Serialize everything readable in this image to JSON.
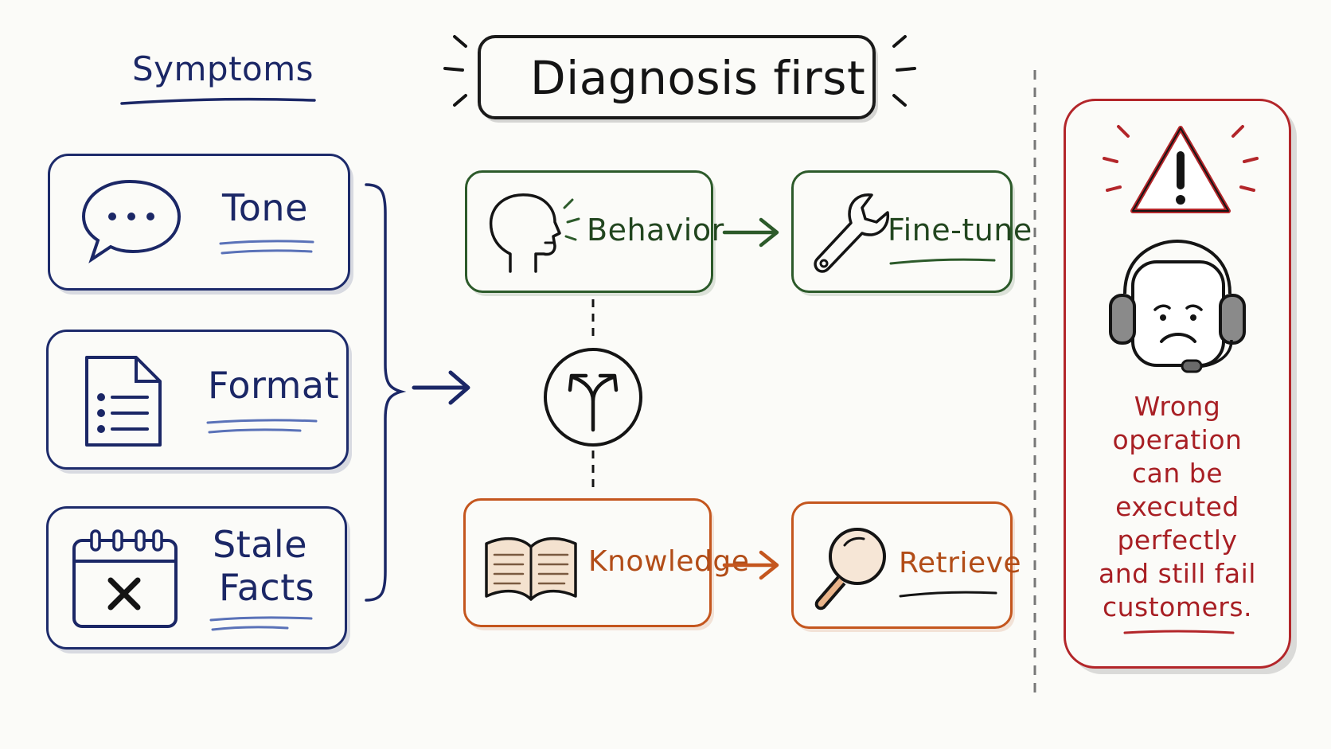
{
  "title": "Diagnosis first",
  "symptoms": {
    "heading": "Symptoms",
    "items": [
      {
        "label": "Tone",
        "icon": "speech-bubble-icon"
      },
      {
        "label": "Format",
        "icon": "document-list-icon"
      },
      {
        "label_line1": "Stale",
        "label_line2": "Facts",
        "icon": "calendar-x-icon"
      }
    ]
  },
  "diagnosis": {
    "behavior": {
      "label": "Behavior",
      "icon": "head-speaking-icon"
    },
    "finetune": {
      "label": "Fine-tune",
      "icon": "wrench-icon"
    },
    "knowledge": {
      "label": "Knowledge",
      "icon": "open-book-icon"
    },
    "retrieve": {
      "label": "Retrieve",
      "icon": "magnifier-icon"
    },
    "branch_icon": "fork-arrow-icon"
  },
  "warning": {
    "lines": [
      "Wrong",
      "operation",
      "can be",
      "executed",
      "perfectly",
      "and still fail",
      "customers."
    ],
    "icons": [
      "warning-triangle-icon",
      "sad-robot-headset-icon"
    ]
  },
  "colors": {
    "blue": "#1d2b6b",
    "green": "#2c5a2a",
    "orange": "#c4561e",
    "red": "#b3262a",
    "ink": "#141414"
  }
}
